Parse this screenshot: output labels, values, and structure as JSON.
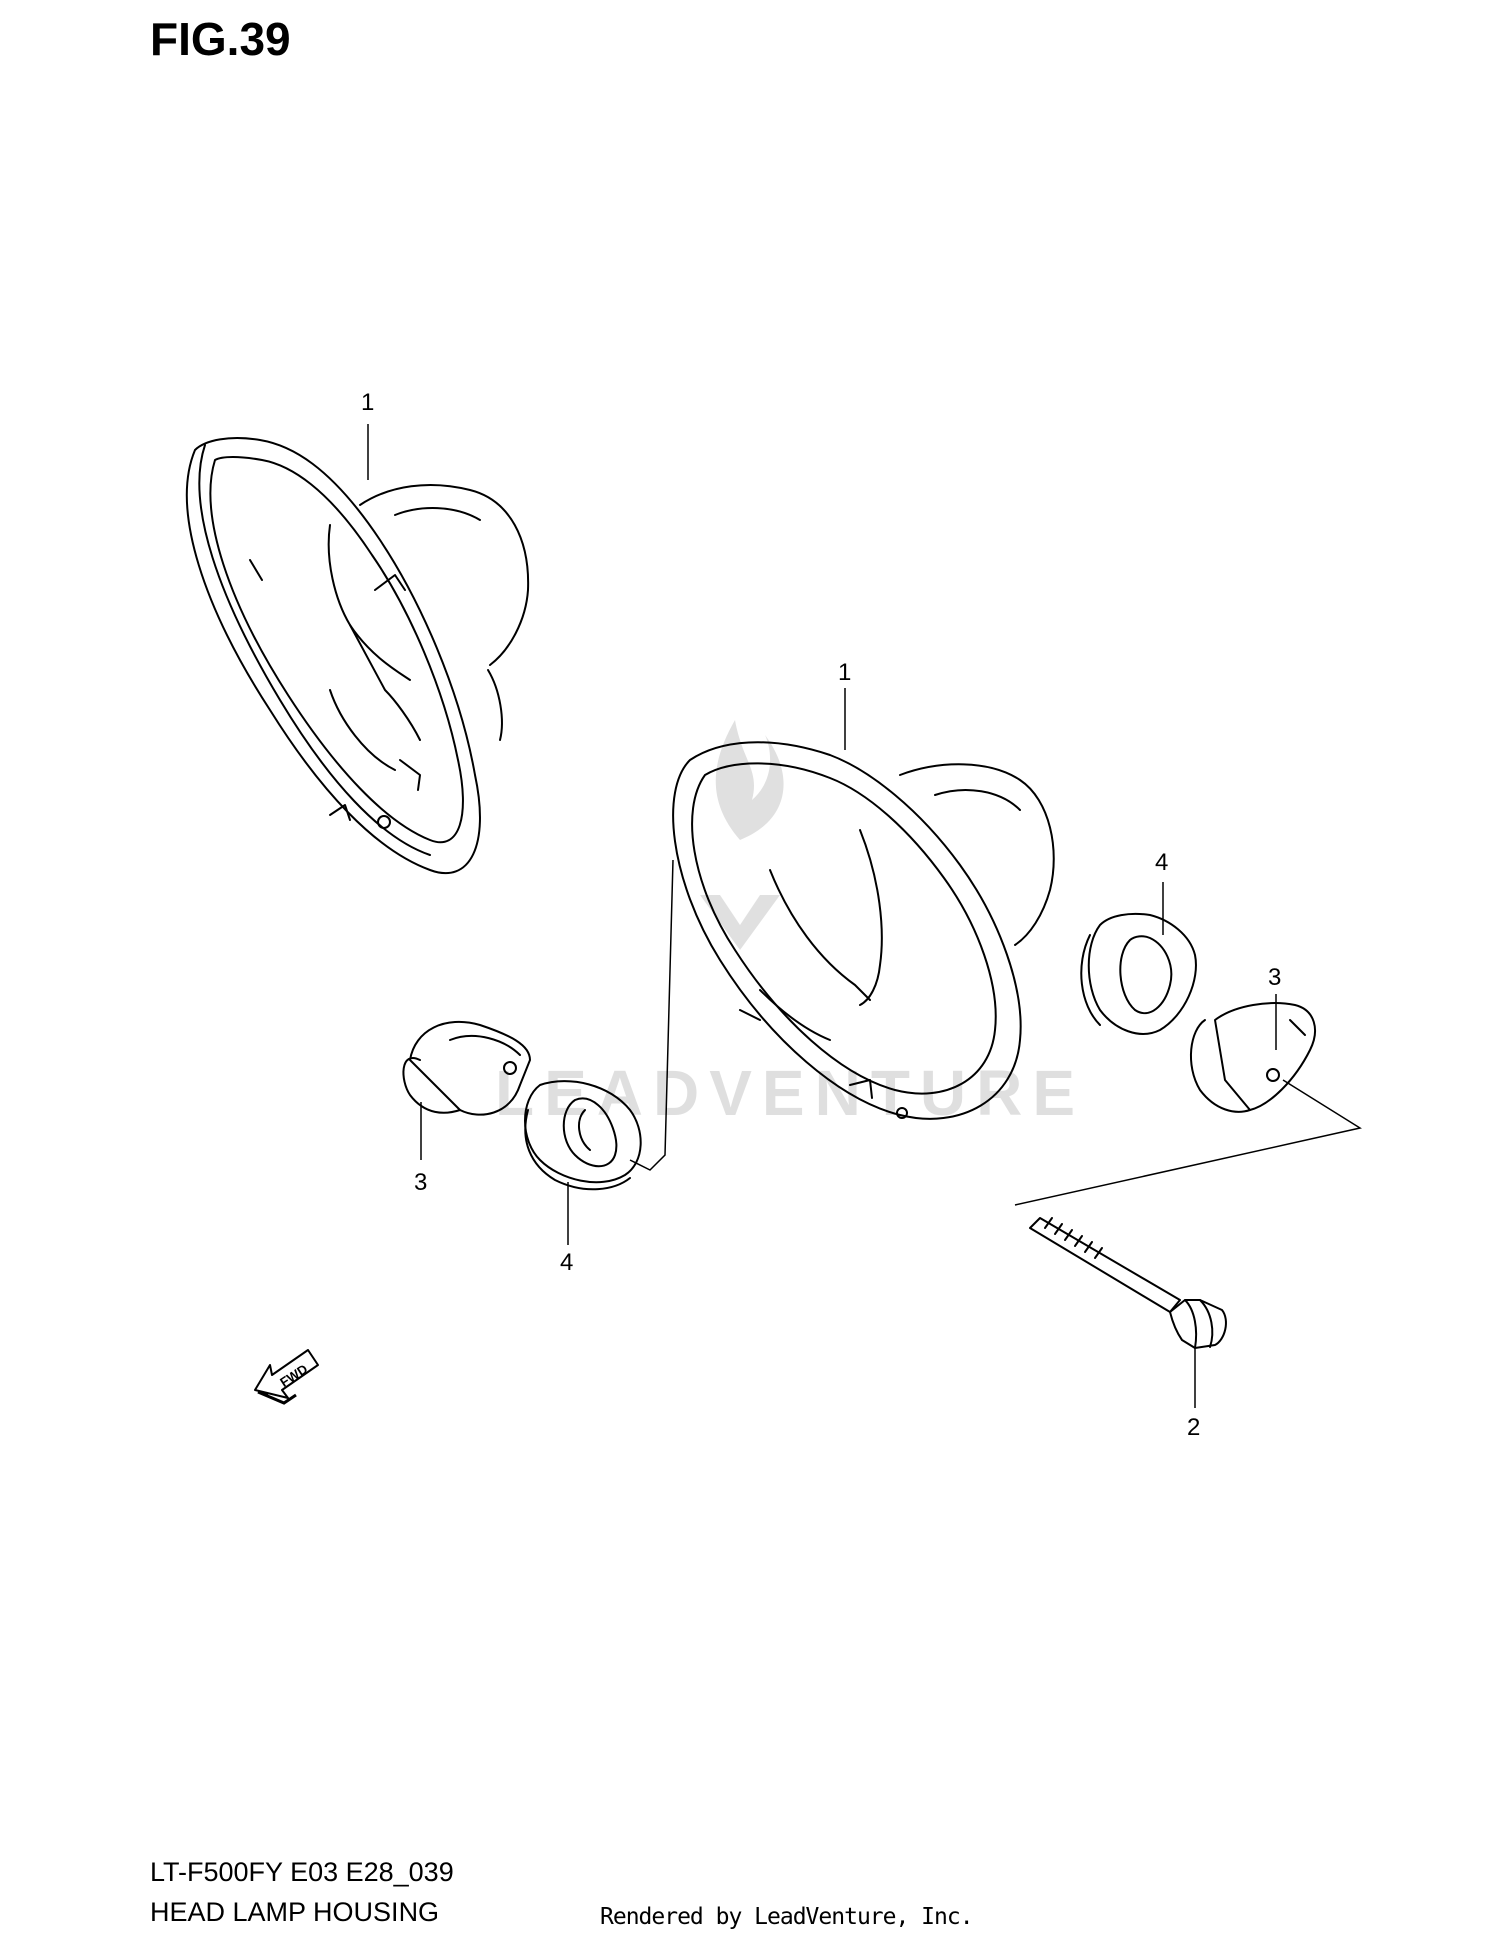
{
  "figure": {
    "title": "FIG.39",
    "model_code": "LT-F500FY E03 E28_039",
    "diagram_title": "HEAD LAMP HOUSING",
    "credit": "Rendered by LeadVenture, Inc."
  },
  "callouts": {
    "housing_upper": "1",
    "housing_lower": "1",
    "bolt": "2",
    "cushion_left": "3",
    "cushion_right": "3",
    "grommet_left": "4",
    "grommet_right": "4"
  },
  "fwd_arrow": {
    "label": "FWD",
    "icon": "forward-arrow-icon"
  },
  "watermark": {
    "text": "LEADVENTURE",
    "icon": "flame-logo"
  }
}
